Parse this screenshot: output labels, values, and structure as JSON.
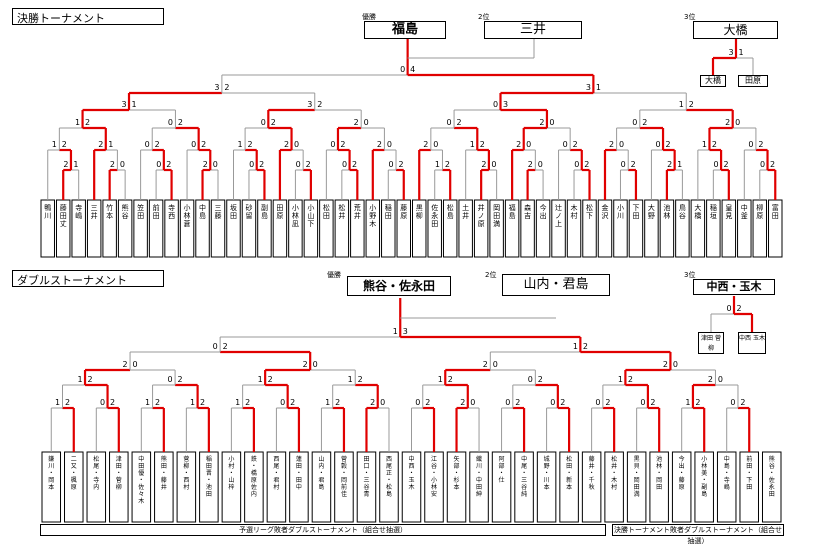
{
  "singles": {
    "title": "決勝トーナメント",
    "podium": {
      "first_label": "優勝",
      "first": "福島",
      "second_label": "2位",
      "second": "三井",
      "third_label": "3位",
      "third": "大橋",
      "third_playoff": {
        "scores": [
          "3",
          "1"
        ],
        "players": [
          "大橋",
          "田原"
        ]
      }
    },
    "players": [
      "鴨川",
      "藤田丈",
      "寺嶋",
      "三井",
      "竹本",
      "熊谷",
      "笠田",
      "前田",
      "寺西",
      "小林蒼",
      "中島",
      "三藤",
      "坂田",
      "砂留",
      "副島",
      "田原",
      "小林凪",
      "小山下",
      "松田",
      "松井",
      "荒井",
      "小野木",
      "稲田",
      "藤原",
      "黒柳",
      "佐永田",
      "松島",
      "土井",
      "井ノ原",
      "岡田満",
      "福島",
      "森吉",
      "今出",
      "辻ノ上",
      "木村",
      "松下",
      "金沢",
      "小川",
      "下田",
      "大野",
      "池林",
      "鳥谷",
      "大橋",
      "稲垣",
      "皇見",
      "中釜",
      "柳原",
      "富田"
    ],
    "scores": {
      "final": [
        "0",
        "4"
      ],
      "sf": [
        [
          "3",
          "2"
        ],
        [
          "3",
          "1"
        ]
      ],
      "qf": [
        [
          "3",
          "1"
        ],
        [
          "3",
          "2"
        ],
        [
          "0",
          "3"
        ],
        [
          "1",
          "2"
        ]
      ],
      "r16": [
        [
          "1",
          "2"
        ],
        [
          "0",
          "2"
        ],
        [
          "0",
          "2"
        ],
        [
          "2",
          "0"
        ],
        [
          "0",
          "2"
        ],
        [
          "2",
          "0"
        ],
        [
          "0",
          "2"
        ],
        [
          "2",
          "0"
        ]
      ],
      "r32": [
        [
          "1",
          "2"
        ],
        [
          "2",
          "1"
        ],
        [
          "0",
          "2"
        ],
        [
          "0",
          "2"
        ],
        [
          "1",
          "2"
        ],
        [
          "2",
          "0"
        ],
        [
          "0",
          "2"
        ],
        [
          "2",
          "0"
        ],
        [
          "2",
          "0"
        ],
        [
          "1",
          "2"
        ],
        [
          "2",
          "0"
        ],
        [
          "0",
          "2"
        ],
        [
          "2",
          "0"
        ],
        [
          "0",
          "2"
        ],
        [
          "1",
          "2"
        ],
        [
          "0",
          "2"
        ]
      ],
      "r48": [
        [
          "2",
          "1"
        ],
        [
          "2",
          "0"
        ],
        [
          "0",
          "2"
        ],
        [
          "2",
          "0"
        ],
        [
          "0",
          "2"
        ],
        [
          "0",
          "2"
        ],
        [
          "0",
          "2"
        ],
        [
          "0",
          "2"
        ],
        [
          "1",
          "2"
        ],
        [
          "2",
          "0"
        ],
        [
          "2",
          "0"
        ],
        [
          "0",
          "2"
        ],
        [
          "0",
          "2"
        ],
        [
          "2",
          "1"
        ],
        [
          "0",
          "2"
        ],
        [
          "0",
          "2"
        ]
      ]
    }
  },
  "doubles": {
    "title": "ダブルストーナメント",
    "podium": {
      "first_label": "優勝",
      "first": "熊谷・佐永田",
      "second_label": "2位",
      "second": "山内・君島",
      "third_label": "3位",
      "third": "中西・玉木",
      "third_playoff": {
        "scores": [
          "0",
          "2"
        ],
        "players": [
          "津田 菅柳",
          "中西 玉木"
        ]
      }
    },
    "teams": [
      "鎌川・岡本",
      "二又・楓原",
      "松尾・寺内",
      "津田・菅柳",
      "中田優・佐々木",
      "熊田・藤井",
      "菅柳・西村",
      "稲田晋・池田",
      "小村・山梓",
      "鉄・橋原佐内",
      "西尾・君村",
      "蓮田・田中",
      "山内・君島",
      "菅穀・岡前佳",
      "田口・三谷青",
      "西尾正・松島",
      "中西・玉木",
      "江谷・小林安",
      "矢部・杉本",
      "織川・中田紳",
      "阿部・仕",
      "中尾・三谷純",
      "城野・川本",
      "松田・新本",
      "藤井・千秋",
      "松井・木村",
      "黒貝・岡田満",
      "池林・岡田",
      "今出・藤原",
      "小林美・副島",
      "中島・寺嶋",
      "前田・下田",
      "熊谷・佐永田"
    ],
    "scores": {
      "final": [
        "1",
        "3"
      ],
      "sf": [
        [
          "0",
          "2"
        ],
        [
          "1",
          "2"
        ]
      ],
      "qf": [
        [
          "2",
          "0"
        ],
        [
          "2",
          "0"
        ],
        [
          "2",
          "0"
        ],
        [
          "2",
          "0"
        ]
      ],
      "r16": [
        [
          "2",
          "0"
        ],
        [
          "1",
          "2"
        ],
        [
          "2",
          "0"
        ],
        [
          "0",
          "2"
        ],
        [
          "0",
          "2"
        ],
        [
          "2",
          "0"
        ],
        [
          "1",
          "2"
        ],
        [
          "0",
          "2"
        ],
        [
          "0",
          "2"
        ]
      ],
      "r32": [
        [
          "1",
          "2"
        ],
        [
          "0",
          "2"
        ],
        [
          "1",
          "2"
        ],
        [
          "1",
          "2"
        ],
        [
          "1",
          "2"
        ],
        [
          "0",
          "2"
        ],
        [
          "1",
          "2"
        ],
        [
          "2",
          "0"
        ],
        [
          "0",
          "2"
        ],
        [
          "2",
          "0"
        ],
        [
          "0",
          "2"
        ],
        [
          "0",
          "2"
        ],
        [
          "0",
          "2"
        ],
        [
          "0",
          "2"
        ]
      ],
      "r48": [
        [
          "1",
          "2"
        ],
        [
          "0",
          "2"
        ],
        [
          "1",
          "2"
        ],
        [
          "1",
          "2"
        ],
        [
          "1",
          "2"
        ],
        [
          "0",
          "2"
        ],
        [
          "1",
          "2"
        ],
        [
          "2",
          "0"
        ],
        [
          "0",
          "2"
        ],
        [
          "2",
          "0"
        ],
        [
          "0",
          "2"
        ],
        [
          "0",
          "2"
        ],
        [
          "0",
          "2"
        ],
        [
          "0",
          "2"
        ]
      ]
    },
    "notes": {
      "left": "予選リーグ敗者ダブルストーナメント（組合せ抽選）",
      "right": "決勝トーナメント敗者ダブルストーナメント（組合せ抽選）"
    }
  },
  "colors": {
    "win_line": "#e00000",
    "lose_line": "#999999",
    "text": "#000000",
    "highlight_text": "#1f6fd0"
  }
}
